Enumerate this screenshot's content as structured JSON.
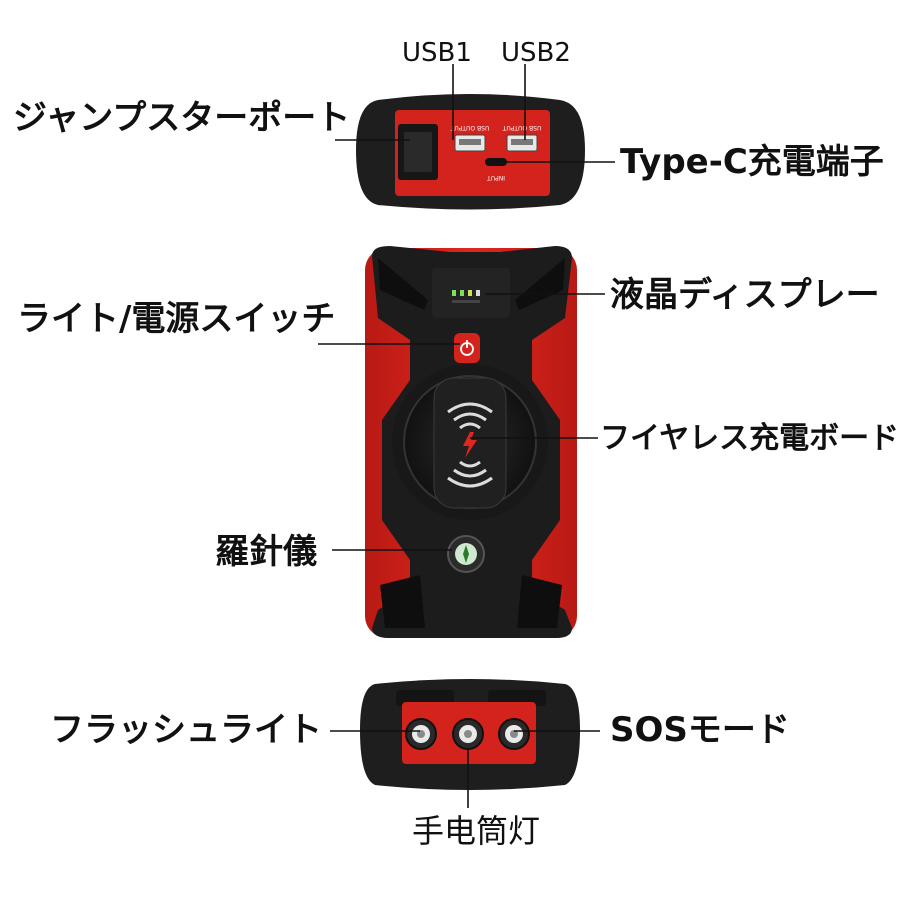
{
  "labels": {
    "usb1": "USB1",
    "usb2": "USB2",
    "jump_starter_port": "ジャンプスターポート",
    "type_c": "Type-C充電端子",
    "lcd_display": "液晶ディスプレー",
    "light_power_switch": "ライト/電源スイッチ",
    "wireless_pad": "フイヤレス充電ボード",
    "compass": "羅針儀",
    "flashlight": "フラッシュライト",
    "sos_mode": "SOSモード",
    "torch": "手电筒灯"
  },
  "device_print": {
    "top_port_left": "USB OUTPUT",
    "top_port_right": "USB OUTPUT",
    "top_input": "INPUT"
  },
  "colors": {
    "body_red": "#d3231c",
    "shell_black": "#1c1c1c",
    "indicator_green": "#7ee05a"
  }
}
